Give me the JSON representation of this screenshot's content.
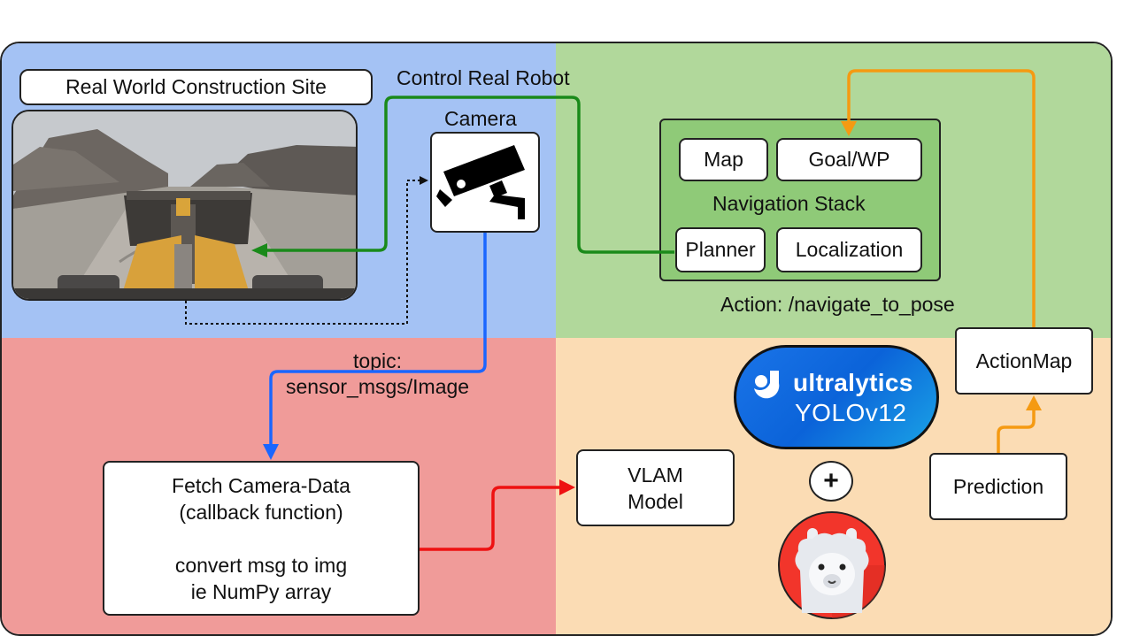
{
  "photo": {
    "label": "Real World Construction Site"
  },
  "camera": {
    "label": "Camera"
  },
  "control": {
    "label": "Control Real Robot"
  },
  "nav": {
    "title": "Navigation Stack",
    "map": "Map",
    "goal": "Goal/WP",
    "planner": "Planner",
    "localization": "Localization",
    "action": "Action:  /navigate_to_pose"
  },
  "topic": {
    "line1": "topic:",
    "line2": "sensor_msgs/Image"
  },
  "fetch": {
    "line1": "Fetch Camera-Data",
    "line2": "(callback function)",
    "line3": "convert msg to img",
    "line4": "ie NumPy array"
  },
  "vlam": {
    "line1": "VLAM",
    "line2": "Model"
  },
  "yolo": {
    "brand": "ultralytics",
    "model": "YOLOv12"
  },
  "plus": "+",
  "prediction": "Prediction",
  "actionmap": "ActionMap",
  "colors": {
    "blue_region": "#a4c2f4",
    "green_region": "#b1d89b",
    "red_region": "#f09b99",
    "peach_region": "#fbdcb4",
    "green_arrow": "#1a8a1a",
    "blue_arrow": "#1a66ff",
    "red_arrow": "#ee1111",
    "orange_arrow": "#f59a12"
  },
  "icons": [
    "security-camera-icon",
    "llama-icon",
    "ultralytics-logo-icon"
  ]
}
